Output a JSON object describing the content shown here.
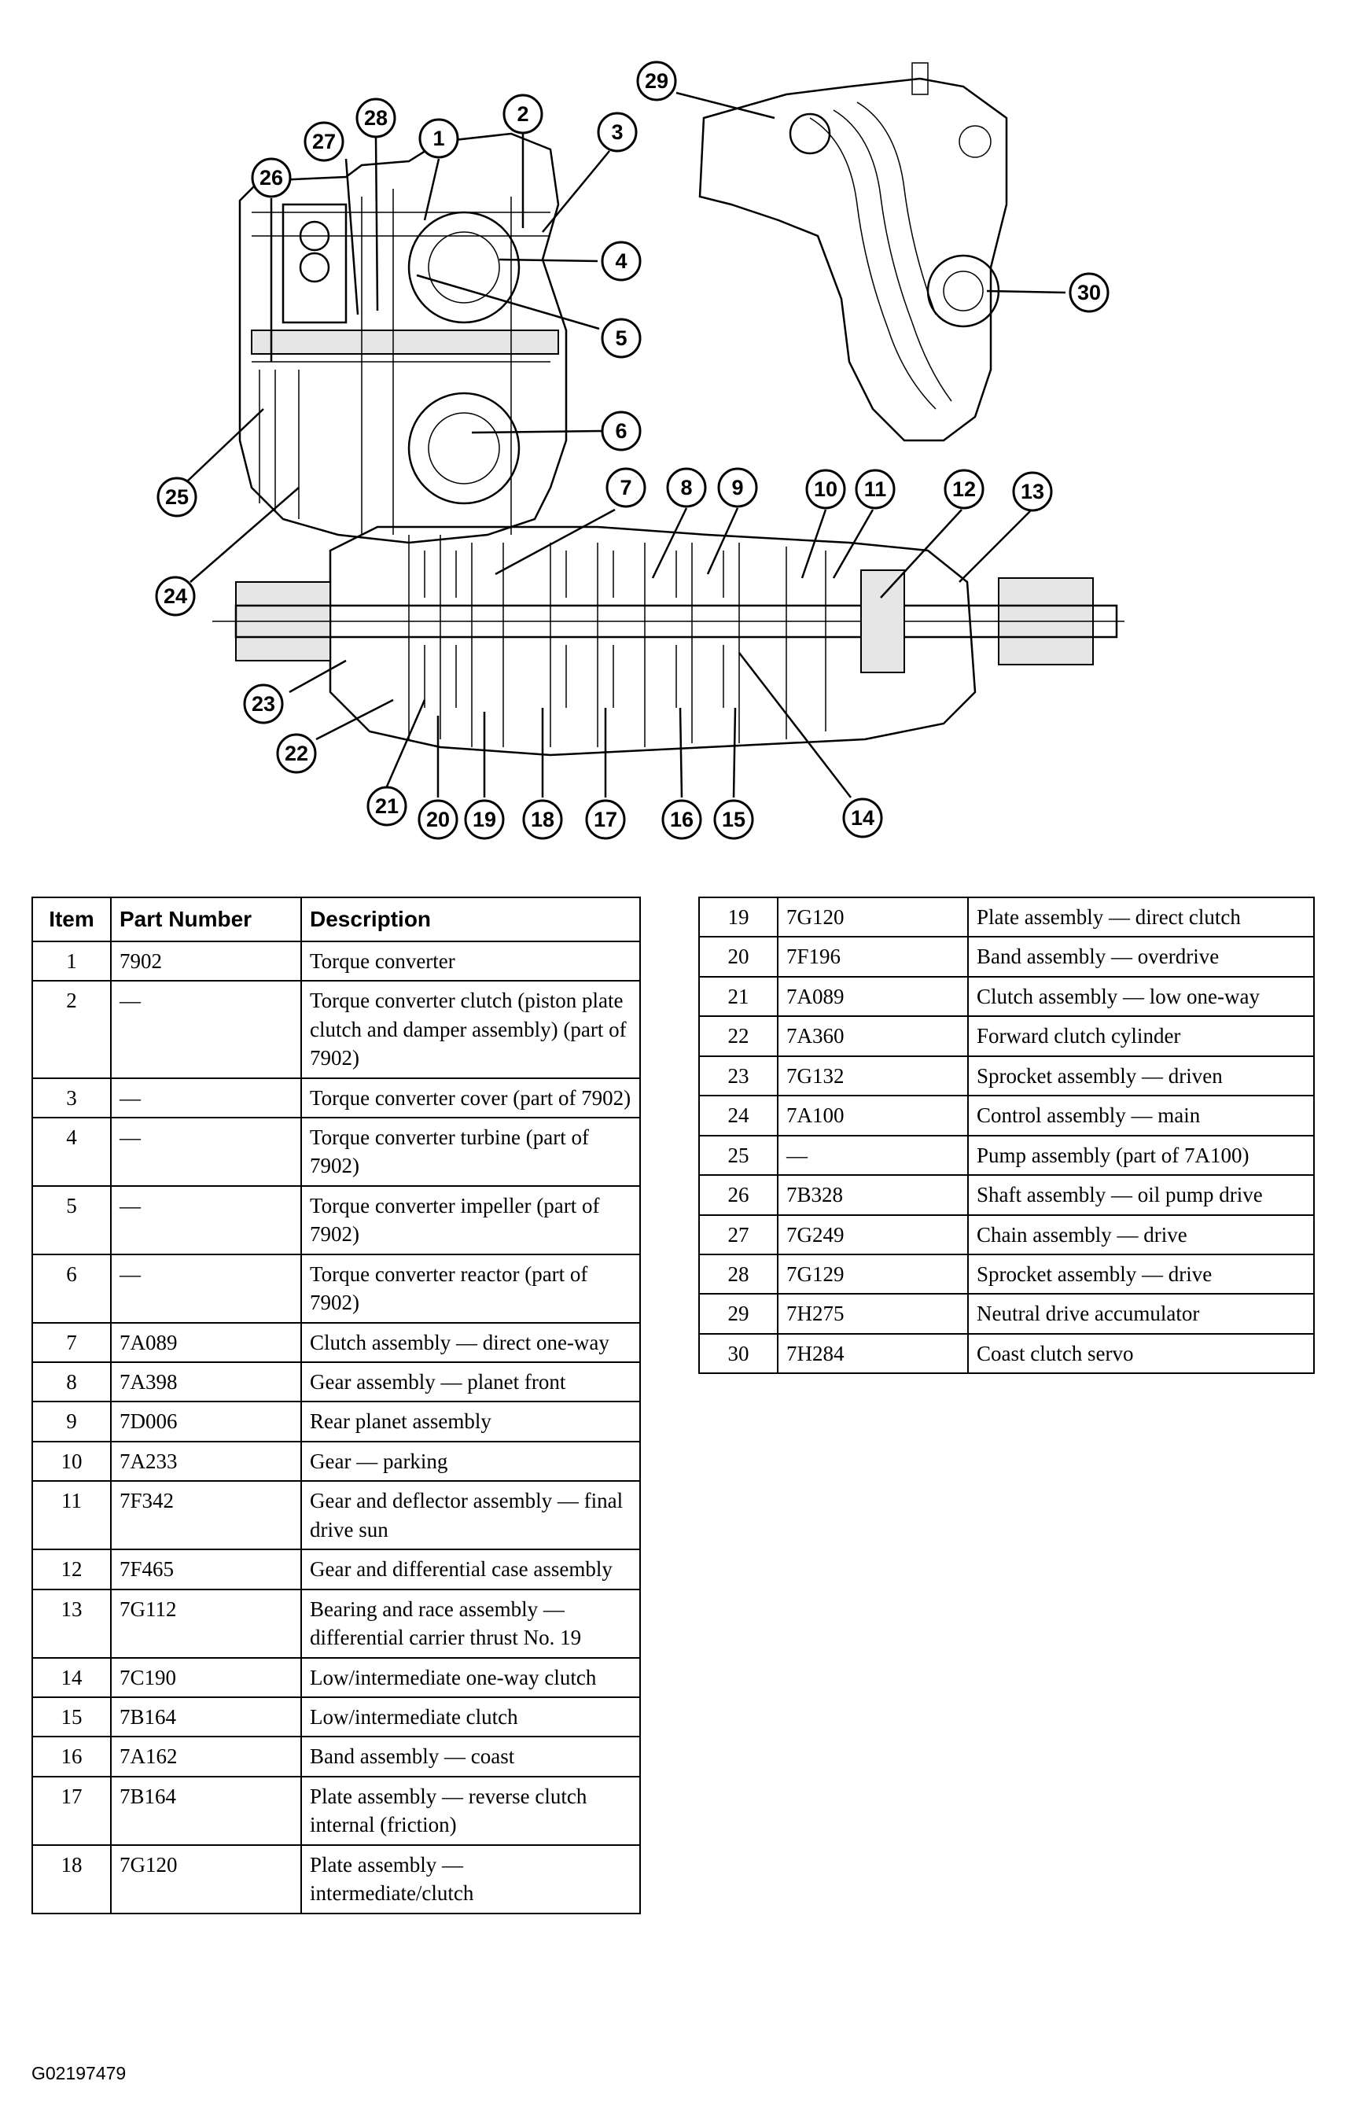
{
  "callouts": [
    "1",
    "2",
    "3",
    "4",
    "5",
    "6",
    "7",
    "8",
    "9",
    "10",
    "11",
    "12",
    "13",
    "14",
    "15",
    "16",
    "17",
    "18",
    "19",
    "20",
    "21",
    "22",
    "23",
    "24",
    "25",
    "26",
    "27",
    "28",
    "29",
    "30"
  ],
  "table": {
    "headers": {
      "item": "Item",
      "part_number": "Part Number",
      "description": "Description"
    },
    "rows": [
      {
        "item": "1",
        "part": "7902",
        "desc": "Torque converter"
      },
      {
        "item": "2",
        "part": "—",
        "desc": "Torque converter clutch (piston plate clutch and damper assembly) (part of 7902)"
      },
      {
        "item": "3",
        "part": "—",
        "desc": "Torque converter cover (part of 7902)"
      },
      {
        "item": "4",
        "part": "—",
        "desc": "Torque converter turbine (part of 7902)"
      },
      {
        "item": "5",
        "part": "—",
        "desc": "Torque converter impeller (part of 7902)"
      },
      {
        "item": "6",
        "part": "—",
        "desc": "Torque converter reactor (part of 7902)"
      },
      {
        "item": "7",
        "part": "7A089",
        "desc": "Clutch assembly — direct one-way"
      },
      {
        "item": "8",
        "part": "7A398",
        "desc": "Gear assembly — planet front"
      },
      {
        "item": "9",
        "part": "7D006",
        "desc": "Rear planet assembly"
      },
      {
        "item": "10",
        "part": "7A233",
        "desc": "Gear — parking"
      },
      {
        "item": "11",
        "part": "7F342",
        "desc": "Gear and deflector assembly — final drive sun"
      },
      {
        "item": "12",
        "part": "7F465",
        "desc": "Gear and differential case assembly"
      },
      {
        "item": "13",
        "part": "7G112",
        "desc": "Bearing and race assembly — differential carrier thrust No. 19"
      },
      {
        "item": "14",
        "part": "7C190",
        "desc": "Low/intermediate one-way clutch"
      },
      {
        "item": "15",
        "part": "7B164",
        "desc": "Low/intermediate clutch"
      },
      {
        "item": "16",
        "part": "7A162",
        "desc": "Band assembly — coast"
      },
      {
        "item": "17",
        "part": "7B164",
        "desc": "Plate assembly — reverse clutch internal (friction)"
      },
      {
        "item": "18",
        "part": "7G120",
        "desc": "Plate assembly — intermediate/clutch"
      },
      {
        "item": "19",
        "part": "7G120",
        "desc": "Plate assembly — direct clutch"
      },
      {
        "item": "20",
        "part": "7F196",
        "desc": "Band assembly — overdrive"
      },
      {
        "item": "21",
        "part": "7A089",
        "desc": "Clutch assembly — low one-way"
      },
      {
        "item": "22",
        "part": "7A360",
        "desc": "Forward clutch cylinder"
      },
      {
        "item": "23",
        "part": "7G132",
        "desc": "Sprocket assembly — driven"
      },
      {
        "item": "24",
        "part": "7A100",
        "desc": "Control assembly — main"
      },
      {
        "item": "25",
        "part": "—",
        "desc": "Pump assembly (part of 7A100)"
      },
      {
        "item": "26",
        "part": "7B328",
        "desc": "Shaft assembly — oil pump drive"
      },
      {
        "item": "27",
        "part": "7G249",
        "desc": "Chain assembly — drive"
      },
      {
        "item": "28",
        "part": "7G129",
        "desc": "Sprocket assembly — drive"
      },
      {
        "item": "29",
        "part": "7H275",
        "desc": "Neutral drive accumulator"
      },
      {
        "item": "30",
        "part": "7H284",
        "desc": "Coast clutch servo"
      }
    ]
  },
  "figure_id": "G02197479"
}
